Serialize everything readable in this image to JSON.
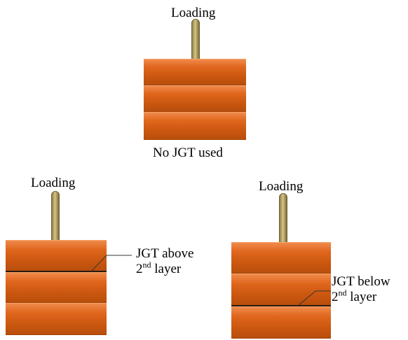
{
  "top_diagram": {
    "load_label": "Loading",
    "caption": "No JGT used"
  },
  "left_diagram": {
    "load_label": "Loading",
    "annotation_line1": "JGT  above",
    "annotation_num": "2",
    "annotation_sup": "nd",
    "annotation_rest": " layer"
  },
  "right_diagram": {
    "load_label": "Loading",
    "annotation_line1": "JGT below",
    "annotation_num": "2",
    "annotation_sup": "nd",
    "annotation_rest": " layer"
  },
  "colors": {
    "soil_layer": "#e0661d",
    "load_rod": "#b8a66a",
    "geotextile": "#2a1a10"
  }
}
